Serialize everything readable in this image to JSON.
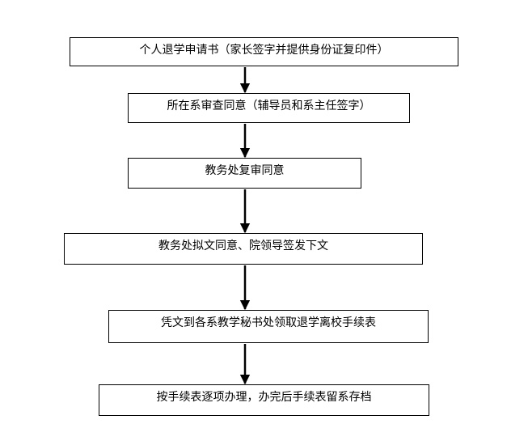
{
  "flowchart": {
    "steps": [
      {
        "label": "个人退学申请书（家长签字并提供身份证复印件）"
      },
      {
        "label": "所在系审查同意（辅导员和系主任签字）"
      },
      {
        "label": "教务处复审同意"
      },
      {
        "label": "教务处拟文同意、院领导签发下文"
      },
      {
        "label": "凭文到各系教学秘书处领取退学离校手续表"
      },
      {
        "label": "按手续表逐项办理，办完后手续表留系存档"
      }
    ],
    "colors": {
      "border": "#000000",
      "arrow": "#000000",
      "background": "#ffffff"
    }
  }
}
